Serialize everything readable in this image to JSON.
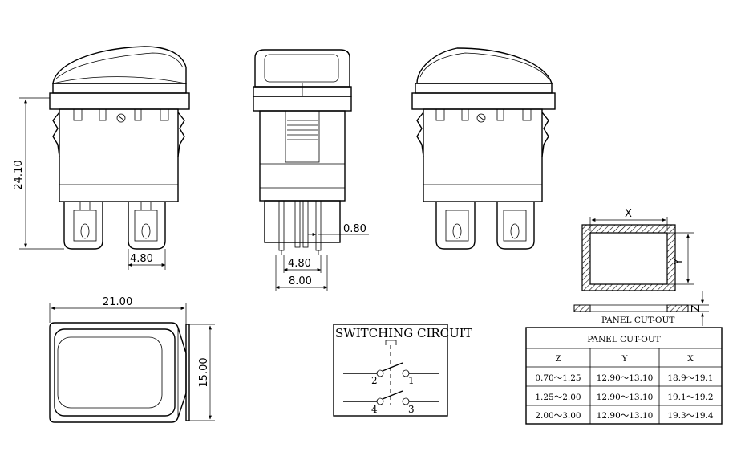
{
  "dimensions": {
    "height": "24.10",
    "terminal_width": "4.80",
    "side_terminal_thickness": "0.80",
    "side_terminal_width": "4.80",
    "side_terminal_pitch": "8.00",
    "body_width": "21.00",
    "body_depth": "15.00"
  },
  "panel_cutout": {
    "x_label": "X",
    "y_label": "Y",
    "z_label": "Z",
    "caption": "PANEL CUT-OUT"
  },
  "switching_circuit": {
    "title": "SWITCHING CIRCUIT",
    "pins": [
      "2",
      "1",
      "4",
      "3"
    ]
  },
  "table": {
    "title": "PANEL CUT-OUT",
    "headers": [
      "Z",
      "Y",
      "X"
    ],
    "rows": [
      [
        "0.70～1.25",
        "12.90～13.10",
        "18.9～19.1"
      ],
      [
        "1.25～2.00",
        "12.90～13.10",
        "19.1～19.2"
      ],
      [
        "2.00～3.00",
        "12.90～13.10",
        "19.3～19.4"
      ]
    ]
  }
}
